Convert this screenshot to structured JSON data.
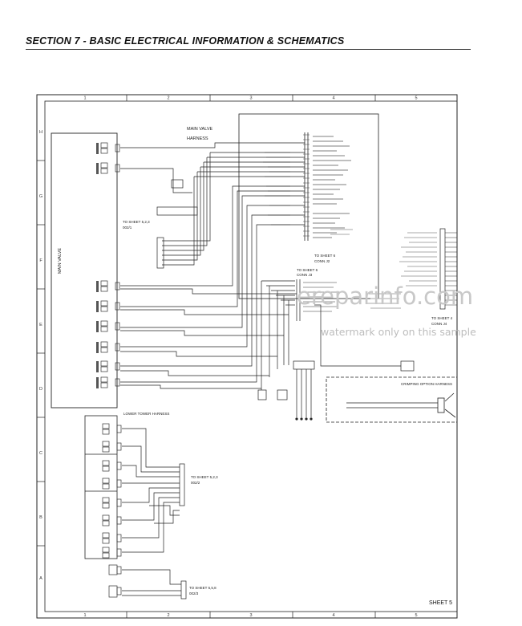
{
  "header": {
    "section_title": "SECTION 7 - BASIC ELECTRICAL INFORMATION & SCHEMATICS"
  },
  "grid": {
    "columns": [
      "1",
      "2",
      "3",
      "4",
      "5"
    ],
    "rows": [
      "H",
      "G",
      "F",
      "E",
      "D",
      "C",
      "B",
      "A"
    ]
  },
  "labels": {
    "main_valve_harness_line1": "MAIN VALVE",
    "main_valve_harness_line2": "HARNESS",
    "main_valve": "MAIN VALVE",
    "to_sheet_523_a": "TO SHEET 5,2,3",
    "to_sheet_523_a_sub": "002/1",
    "to_sheet_6_a": "TO SHEET 6",
    "to_sheet_6_a_sub": "CONN J2",
    "to_sheet_6_b": "TO SHEET 6",
    "to_sheet_6_b_sub": "CONN J3",
    "to_sheet_4": "TO SHEET 4",
    "to_sheet_4_sub": "CONN J4",
    "crimping_option_harness": "CRIMPING OPTION HARNESS",
    "lower_tower_harness": "LOWER TOWER HARNESS",
    "to_sheet_523_b": "TO SHEET 5,2,3",
    "to_sheet_523_b_sub": "002/2",
    "to_sheet_558": "TO SHEET 5,5,8",
    "to_sheet_558_sub": "002/3",
    "sheet_number": "SHEET 5"
  },
  "watermark": {
    "site": "ereparinfo.com",
    "notice": "watermark only on this sample"
  }
}
